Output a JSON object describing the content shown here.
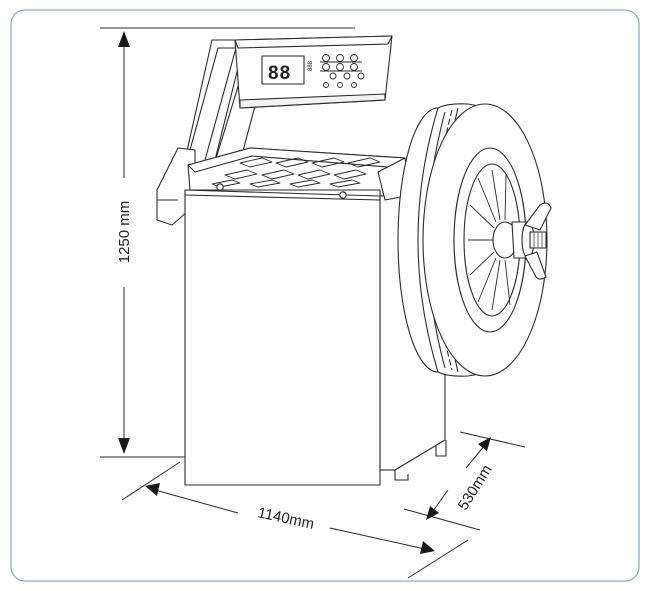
{
  "dimensions": {
    "height_label": "1250 mm",
    "width_label": "1140mm",
    "depth_label": "530mm"
  },
  "colors": {
    "frame_border": "#7fb3c9",
    "line": "#2a2a2a",
    "background": "#ffffff"
  },
  "display": {
    "digits": "88",
    "small_digits": "888"
  }
}
